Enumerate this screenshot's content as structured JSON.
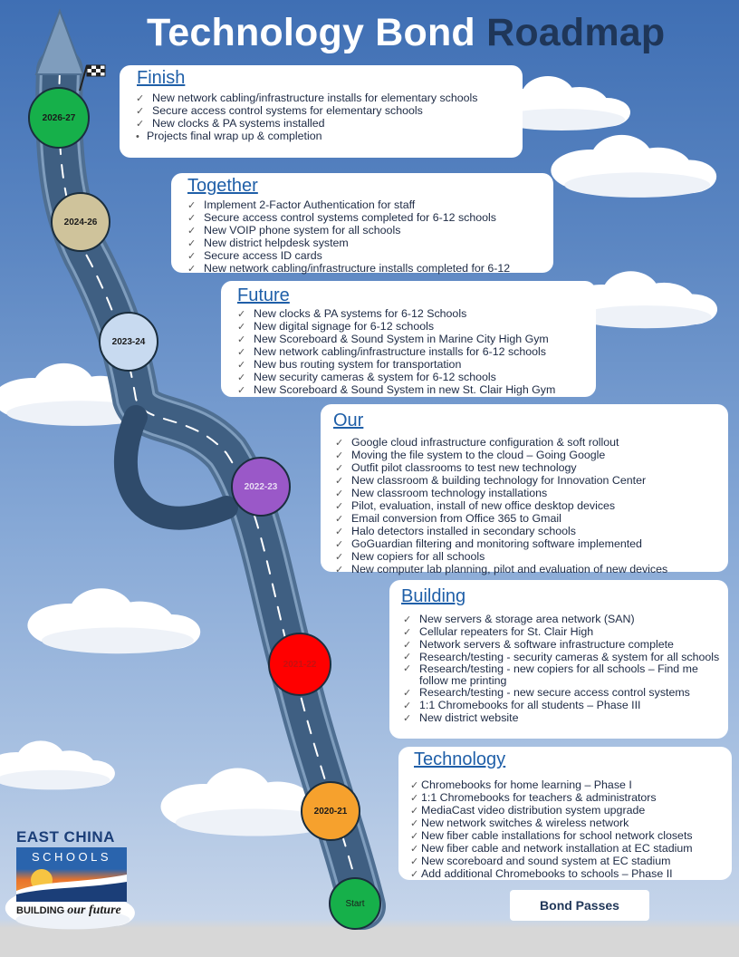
{
  "title": {
    "part1": "Technology Bond",
    "part2": "Roadmap"
  },
  "colors": {
    "finish": "#16b04a",
    "together": "#cfc39b",
    "future": "#c8daf0",
    "our": "#9a58c8",
    "building": "#ff0000",
    "technology": "#f6a12d",
    "start": "#16b04a"
  },
  "milestones": {
    "m2026": "2026-27",
    "m2024": "2024-26",
    "m2023": "2023-24",
    "m2022": "2022-23",
    "m2021": "2021-22",
    "m2020": "2020-21",
    "start": "Start"
  },
  "sections": {
    "finish": {
      "heading": "Finish",
      "items": [
        "New network cabling/infrastructure installs for elementary schools",
        "Secure access control systems for elementary schools",
        "New clocks & PA systems installed",
        "Projects final wrap up & completion"
      ]
    },
    "together": {
      "heading": "Together",
      "items": [
        "Implement 2-Factor Authentication for staff",
        "Secure access control systems completed for 6-12 schools",
        "New VOIP phone system for all schools",
        "New district helpdesk system",
        "Secure access ID cards",
        "New network cabling/infrastructure installs completed for 6-12"
      ]
    },
    "future": {
      "heading": "Future",
      "items": [
        "New clocks & PA systems for 6-12 Schools",
        "New digital signage for 6-12 schools",
        "New Scoreboard & Sound System in Marine City High Gym",
        "New network cabling/infrastructure installs for 6-12 schools",
        "New bus routing system for transportation",
        "New security cameras & system for 6-12 schools",
        "New Scoreboard & Sound System in new St. Clair High Gym"
      ]
    },
    "our": {
      "heading": "Our",
      "items": [
        "Google cloud infrastructure configuration & soft rollout",
        "Moving the file system to the cloud – Going Google",
        "Outfit pilot classrooms to test new technology",
        "New classroom & building technology for Innovation Center",
        "New classroom technology installations",
        "Pilot, evaluation, install of new office desktop devices",
        "Email conversion from Office 365 to Gmail",
        "Halo detectors installed in secondary schools",
        "GoGuardian filtering and monitoring software implemented",
        "New copiers for all schools",
        "New computer lab planning, pilot and evaluation of new devices"
      ]
    },
    "building": {
      "heading": "Building",
      "items": [
        "New servers & storage area network (SAN)",
        "Cellular repeaters for St. Clair High",
        "Network servers & software infrastructure complete",
        "Research/testing - security cameras & system for all schools",
        "Research/testing - new copiers for all schools – Find me follow me printing",
        "Research/testing - new secure access control systems",
        "1:1 Chromebooks for all students – Phase III",
        "New district website"
      ]
    },
    "technology": {
      "heading": "Technology",
      "items": [
        "Chromebooks for home learning – Phase I",
        "1:1 Chromebooks for teachers & administrators",
        "MediaCast video distribution system upgrade",
        "New network switches & wireless network",
        "New fiber cable installations for school network closets",
        "New fiber cable and network installation at EC stadium",
        "New scoreboard and sound system at EC stadium",
        "Add additional Chromebooks to schools – Phase II"
      ]
    }
  },
  "bond_passes": "Bond Passes",
  "logo": {
    "line1": "EAST CHINA",
    "line2": "SCHOOLS",
    "line3a": "BUILDING",
    "line3b": "our future"
  },
  "icons": {
    "up_arrow": "up-arrow-icon",
    "flag": "checkered-flag-icon",
    "check": "checkmark-icon"
  }
}
